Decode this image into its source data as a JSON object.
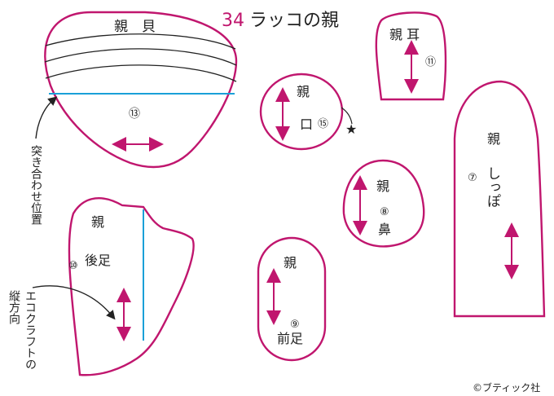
{
  "title": {
    "number": "34",
    "text": "ラッコの親"
  },
  "colors": {
    "outline": "#c0166e",
    "arrow": "#c0166e",
    "guide": "#1aa0d8",
    "ink": "#222222"
  },
  "pieces": {
    "shell": {
      "label": "親　貝",
      "number": "⑬"
    },
    "ear": {
      "label": "親 耳",
      "number": "⑪"
    },
    "mouth": {
      "label_top": "親",
      "label": "口",
      "number": "⑮",
      "mark": "★"
    },
    "tail": {
      "label_top": "親",
      "label": "しっぽ",
      "number": "⑦"
    },
    "nose": {
      "label_top": "親",
      "number": "⑧",
      "label": "鼻"
    },
    "hindleg": {
      "label_top": "親",
      "label": "後足",
      "number": "⑩"
    },
    "foreleg": {
      "label_top": "親",
      "number": "⑨",
      "label": "前足"
    }
  },
  "annotations": {
    "butt_position": "突き合わせ位置",
    "grain_direction_line1": "エコクラフトの",
    "grain_direction_line2": "縦方向"
  },
  "copyright": "©ブティック社"
}
